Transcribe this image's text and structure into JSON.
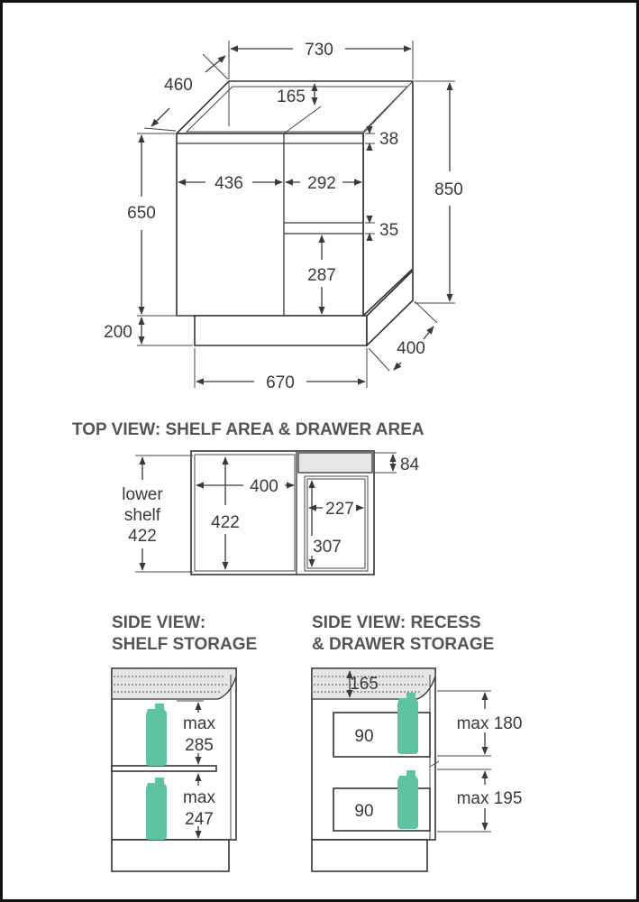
{
  "front_view": {
    "width_top": "730",
    "depth_top": "460",
    "recess_depth": "165",
    "top_rail": "38",
    "height_total": "850",
    "door_height": "650",
    "left_door_width": "436",
    "right_door_width": "292",
    "drawer_gap": "35",
    "drawer_height": "287",
    "kick_height": "200",
    "base_depth": "400",
    "base_width": "670"
  },
  "top_view": {
    "title": "TOP VIEW: SHELF AREA & DRAWER AREA",
    "lower_shelf_line1": "lower",
    "lower_shelf_line2": "shelf",
    "lower_shelf_value": "422",
    "shelf_width": "400",
    "shelf_depth": "422",
    "recess": "84",
    "drawer_width": "227",
    "drawer_depth": "307"
  },
  "side_shelf": {
    "title_line1": "SIDE VIEW:",
    "title_line2": "SHELF STORAGE",
    "max_label": "max",
    "upper_max": "285",
    "lower_max": "247"
  },
  "side_drawer": {
    "title_line1": "SIDE VIEW: RECESS",
    "title_line2": "& DRAWER STORAGE",
    "recess": "165",
    "drawer1_depth": "90",
    "drawer2_depth": "90",
    "drawer1_max": "max 180",
    "drawer2_max": "max 195"
  },
  "colors": {
    "bottle": "#5fc2a0",
    "line": "#3a3a3a",
    "header": "#555555"
  }
}
